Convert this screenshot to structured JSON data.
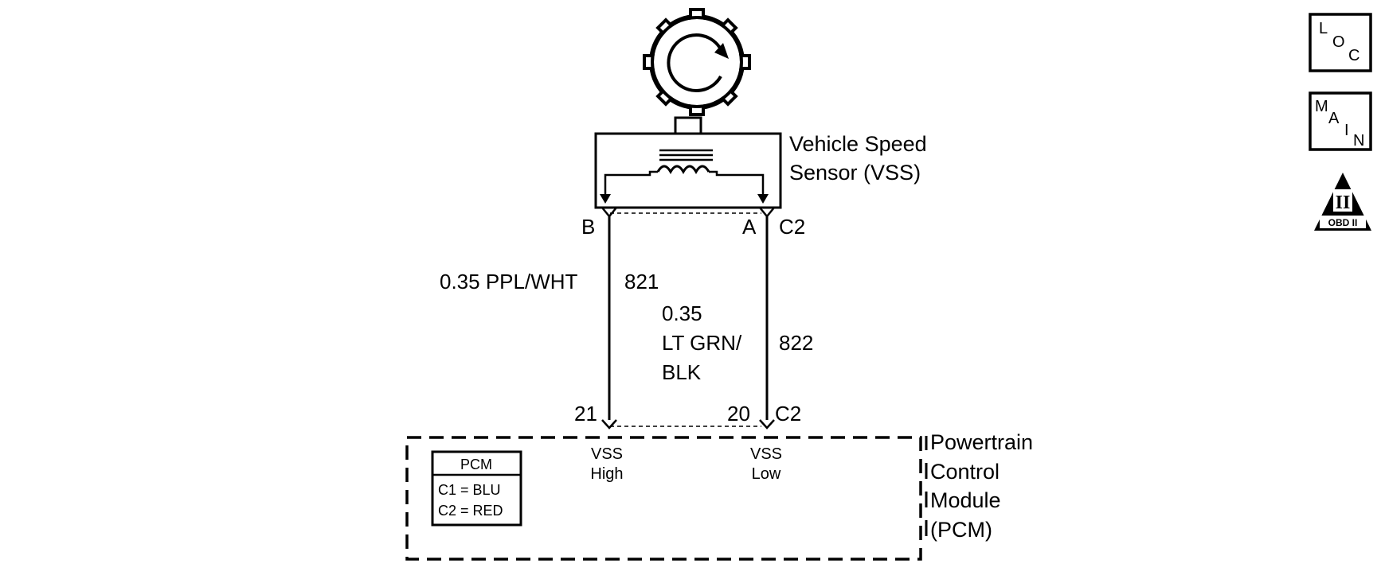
{
  "sensor": {
    "name_line1": "Vehicle Speed",
    "name_line2": "Sensor (VSS)",
    "pin_left": "B",
    "pin_right": "A",
    "connector": "C2"
  },
  "wire_left": {
    "size_color": "0.35 PPL/WHT",
    "circuit": "821"
  },
  "wire_right": {
    "size": "0.35",
    "color_line1": "LT GRN/",
    "color_line2": "BLK",
    "circuit": "822"
  },
  "module": {
    "pin_left": "21",
    "pin_right": "20",
    "connector": "C2",
    "term_left_line1": "VSS",
    "term_left_line2": "High",
    "term_right_line1": "VSS",
    "term_right_line2": "Low",
    "name_line1": "Powertrain",
    "name_line2": "Control",
    "name_line3": "Module",
    "name_line4": "(PCM)",
    "legend_title": "PCM",
    "legend_c1": "C1 = BLU",
    "legend_c2": "C2 = RED"
  },
  "side_icons": {
    "loc_l": "L",
    "loc_o": "O",
    "loc_c": "C",
    "main_m": "M",
    "main_a": "A",
    "main_i": "I",
    "main_n": "N",
    "obd_numeral": "II",
    "obd_text": "OBD II"
  }
}
